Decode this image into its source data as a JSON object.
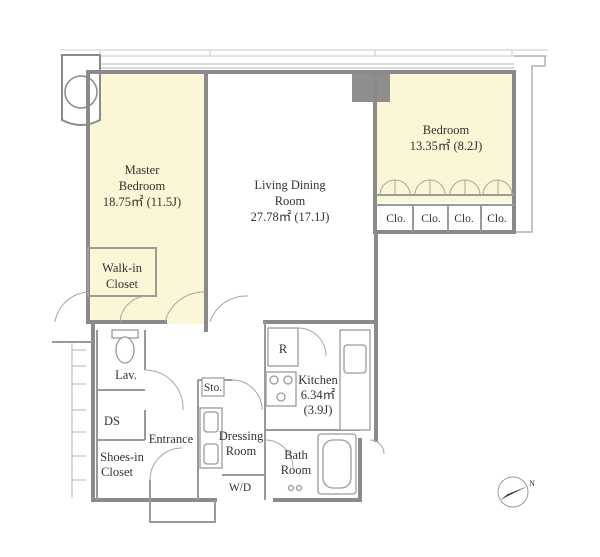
{
  "colors": {
    "bedroom_fill": "#fbf6d6",
    "wall": "#8a8a8a",
    "label": "#333333",
    "pillar": "#8e8e8e"
  },
  "rooms": {
    "master_bedroom": {
      "name_line1": "Master",
      "name_line2": "Bedroom",
      "area": "18.75㎡ (11.5J)"
    },
    "living_dining": {
      "name_line1": "Living Dining",
      "name_line2": "Room",
      "area": "27.78㎡ (17.1J)"
    },
    "bedroom": {
      "name": "Bedroom",
      "area": "13.35㎡ (8.2J)"
    },
    "walk_in_closet": {
      "line1": "Walk-in",
      "line2": "Closet"
    },
    "closets": [
      "Clo.",
      "Clo.",
      "Clo.",
      "Clo."
    ],
    "kitchen": {
      "name": "Kitchen",
      "area": "6.34㎡",
      "jo": "(3.9J)"
    },
    "refrigerator": "R",
    "storage": "Sto.",
    "lavatory": "Lav.",
    "duct_space": "DS",
    "entrance": "Entrance",
    "shoes_in_closet": {
      "line1": "Shoes-in",
      "line2": "Closet"
    },
    "dressing_room": {
      "line1": "Dressing",
      "line2": "Room"
    },
    "bath_room": {
      "line1": "Bath",
      "line2": "Room"
    },
    "washer_dryer": "W/D"
  },
  "compass": {
    "label": "N",
    "icon": "north-arrow-icon"
  }
}
